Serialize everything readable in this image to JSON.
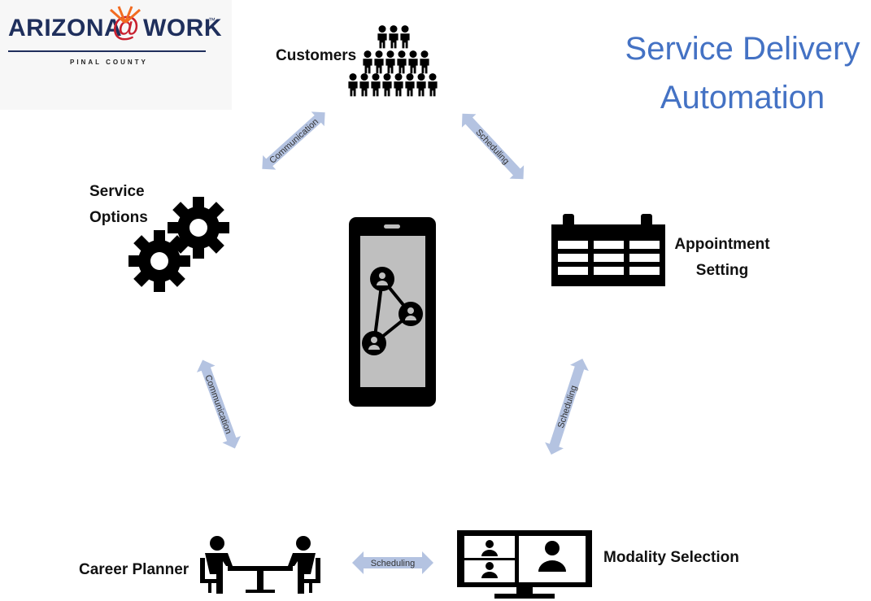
{
  "logo": {
    "brand_left": "ARIZONA",
    "brand_at": "@",
    "brand_right": "WORK",
    "trademark": "™",
    "subtitle": "PINAL COUNTY"
  },
  "title": {
    "line1": "Service Delivery",
    "line2": "Automation"
  },
  "nodes": {
    "customers": "Customers",
    "service_options_line1": "Service",
    "service_options_line2": "Options",
    "appointment_line1": "Appointment",
    "appointment_line2": "Setting",
    "career_planner": "Career Planner",
    "modality_selection": "Modality Selection"
  },
  "connectors": {
    "customers_service": "Communication",
    "customers_appointment": "Scheduling",
    "service_career": "Communication",
    "appointment_modality": "Scheduling",
    "career_modality": "Scheduling"
  },
  "colors": {
    "title": "#4472c4",
    "arrow_fill": "#b4c3e1",
    "icon": "#000000",
    "logo_navy": "#1f2f5c",
    "logo_orange": "#f26b21"
  }
}
